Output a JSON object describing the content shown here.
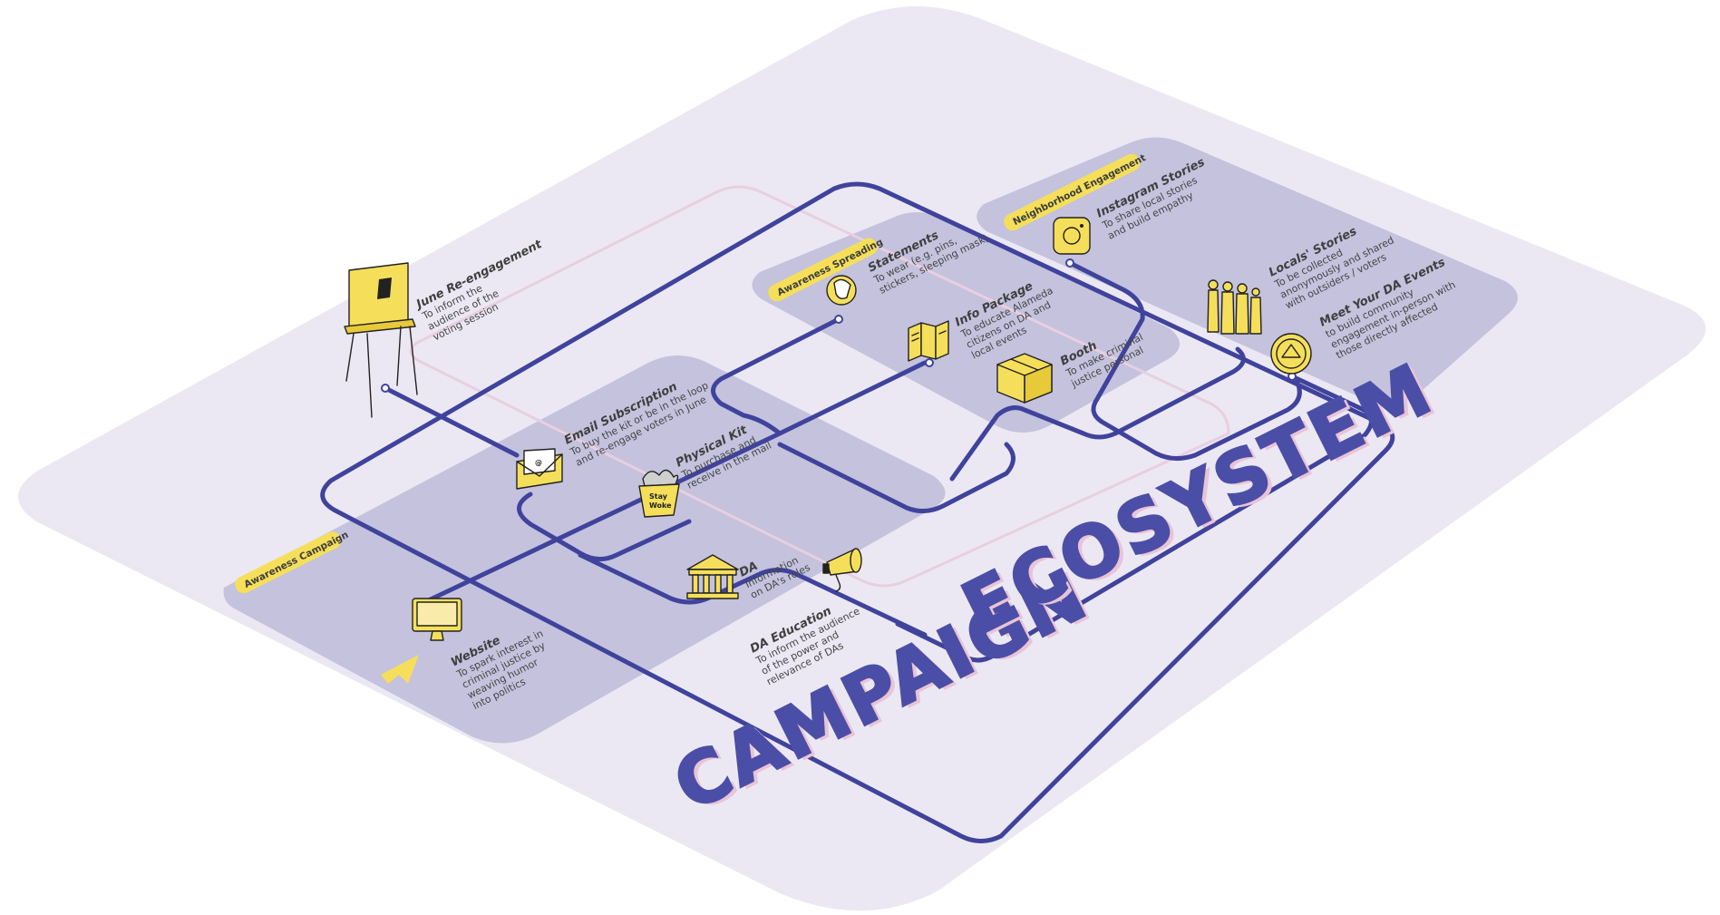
{
  "title": {
    "word1": "CAMPAIGN",
    "word2": "ECOSYSTEM"
  },
  "colors": {
    "platform": "#ebe8f3",
    "zone": "#c4c2dd",
    "path": "#40439c",
    "accent": "#f5df5a",
    "pink": "#e8cfe0"
  },
  "zones": [
    {
      "label": "Awareness Campaign"
    },
    {
      "label": "Awareness Spreading"
    },
    {
      "label": "Neighborhood Engagement"
    }
  ],
  "touchpoints": {
    "june": {
      "title": "June Re-engagement",
      "desc": [
        "To inform the",
        "audience of the",
        "voting session"
      ],
      "icon": "voting-booth-icon"
    },
    "email": {
      "title": "Email Subscription",
      "desc": [
        "To buy the kit or be in the loop",
        "and re-engage voters in June"
      ],
      "icon": "email-envelope-icon"
    },
    "kit": {
      "title": "Physical Kit",
      "desc": [
        "To purchase and",
        "receive in the mail"
      ],
      "icon": "plant-pot-icon",
      "pot_text": [
        "Stay",
        "Woke"
      ]
    },
    "statements": {
      "title": "Statements",
      "desc": [
        "To wear (e.g. pins,",
        "stickers, sleeping mask)"
      ],
      "icon": "pin-badge-icon"
    },
    "info": {
      "title": "Info Package",
      "desc": [
        "To educate Alameda",
        "citizens on DA and",
        "local events"
      ],
      "icon": "brochure-icon"
    },
    "booth": {
      "title": "Booth",
      "desc": [
        "To make criminal",
        "justice personal"
      ],
      "icon": "booth-boxes-icon"
    },
    "instagram": {
      "title": "Instagram Stories",
      "desc": [
        "To share local stories",
        "and build empathy"
      ],
      "icon": "instagram-icon"
    },
    "locals": {
      "title": "Locals' Stories",
      "desc": [
        "To be collected",
        "anonymously and shared",
        "with outsiders / voters"
      ],
      "icon": "people-group-icon"
    },
    "meetda": {
      "title": "Meet Your DA Events",
      "desc": [
        "to build community",
        "engagement in-person with",
        "those directly affected"
      ],
      "icon": "county-seal-icon"
    },
    "da": {
      "title": "DA",
      "desc": [
        "Information",
        "on DA's roles"
      ],
      "icon": "courthouse-icon"
    },
    "daedu": {
      "title": "DA Education",
      "desc": [
        "To inform the audience",
        "of the power and",
        "relevance of DAs"
      ],
      "icon": "megaphone-icon"
    },
    "website": {
      "title": "Website",
      "desc": [
        "To spark interest in",
        "criminal justice by",
        "weaving humor",
        "into politics"
      ],
      "icon": "computer-monitor-icon"
    }
  },
  "start_marker": {
    "icon": "start-arrow-icon"
  }
}
